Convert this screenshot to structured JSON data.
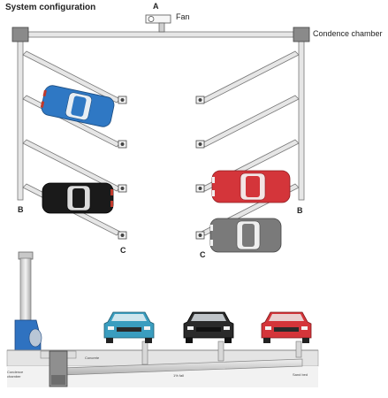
{
  "diagram": {
    "title": "System configuration",
    "fan_point": "A",
    "fan_label": "Fan",
    "condence_chamber_label": "Condence chamber",
    "point_b": "B",
    "point_c": "C",
    "section_labels": {
      "condence_chamber": "Condence chamber",
      "concrete": "Concrete",
      "fall": "1% fall",
      "sand_bed": "Sand bed"
    }
  },
  "colors": {
    "blue_car": "#2f78c4",
    "black_car": "#1a1a1a",
    "red_car": "#d4353a",
    "grey_car": "#7a7a7a",
    "cyan_car": "#3a9dbf",
    "duct": "#d2d2d2"
  }
}
